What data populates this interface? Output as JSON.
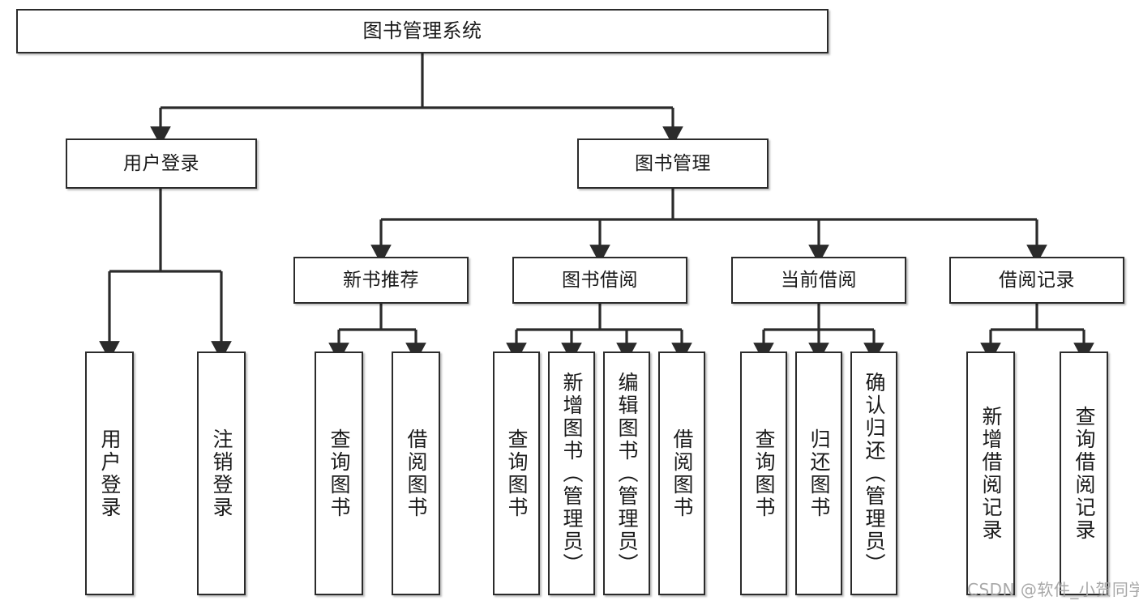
{
  "diagram": {
    "type": "tree-hierarchy-chart",
    "title_node": "图书管理系统",
    "colors": {
      "stroke": "#2b2b2b",
      "fill": "#ffffff",
      "text": "#1a1a1a",
      "watermark": "#a8a8a8"
    },
    "nodes": {
      "root": "图书管理系统",
      "l2": {
        "user_login": "用户登录",
        "book_manage": "图书管理"
      },
      "l3": {
        "new_book_rec": "新书推荐",
        "book_borrow": "图书借阅",
        "current_borrow": "当前借阅",
        "borrow_record": "借阅记录"
      },
      "leaves": {
        "user_login": [
          "用户登录",
          "注销登录"
        ],
        "new_book_rec": [
          "查询图书",
          "借阅图书"
        ],
        "book_borrow": [
          "查询图书",
          "新增图书（管理员）",
          "编辑图书（管理员）",
          "借阅图书"
        ],
        "current_borrow": [
          "查询图书",
          "归还图书",
          "确认归还（管理员）"
        ],
        "borrow_record": [
          "新增借阅记录",
          "查询借阅记录"
        ]
      }
    },
    "edges": [
      {
        "from": "图书管理系统",
        "to": "用户登录"
      },
      {
        "from": "图书管理系统",
        "to": "图书管理"
      },
      {
        "from": "用户登录",
        "to": "用户登录"
      },
      {
        "from": "用户登录",
        "to": "注销登录"
      },
      {
        "from": "图书管理",
        "to": "新书推荐"
      },
      {
        "from": "图书管理",
        "to": "图书借阅"
      },
      {
        "from": "图书管理",
        "to": "当前借阅"
      },
      {
        "from": "图书管理",
        "to": "借阅记录"
      },
      {
        "from": "新书推荐",
        "to": "查询图书"
      },
      {
        "from": "新书推荐",
        "to": "借阅图书"
      },
      {
        "from": "图书借阅",
        "to": "查询图书"
      },
      {
        "from": "图书借阅",
        "to": "新增图书（管理员）"
      },
      {
        "from": "图书借阅",
        "to": "编辑图书（管理员）"
      },
      {
        "from": "图书借阅",
        "to": "借阅图书"
      },
      {
        "from": "当前借阅",
        "to": "查询图书"
      },
      {
        "from": "当前借阅",
        "to": "归还图书"
      },
      {
        "from": "当前借阅",
        "to": "确认归还（管理员）"
      },
      {
        "from": "借阅记录",
        "to": "新增借阅记录"
      },
      {
        "from": "借阅记录",
        "to": "查询借阅记录"
      }
    ]
  },
  "watermark": {
    "text": "CSDN @软件_小贺同学"
  }
}
